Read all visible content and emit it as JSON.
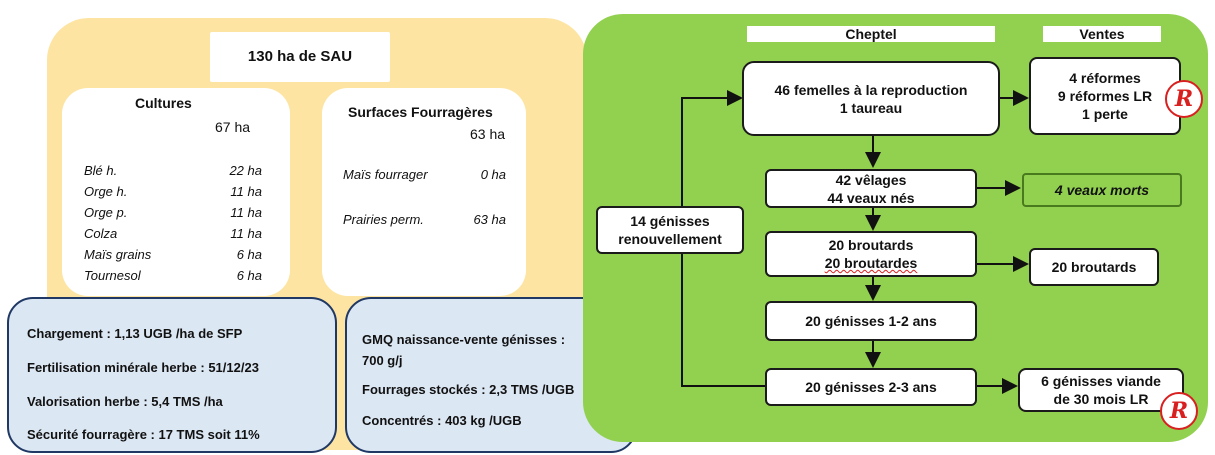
{
  "sau": {
    "title": "130 ha de SAU",
    "cultures": {
      "title": "Cultures",
      "total": "67 ha",
      "items": [
        {
          "name": "Blé h.",
          "value": "22 ha"
        },
        {
          "name": "Orge h.",
          "value": "11 ha"
        },
        {
          "name": "Orge p.",
          "value": "11 ha"
        },
        {
          "name": "Colza",
          "value": "11 ha"
        },
        {
          "name": "Maïs grains",
          "value": "6 ha"
        },
        {
          "name": "Tournesol",
          "value": "6 ha"
        }
      ]
    },
    "fourrageres": {
      "title": "Surfaces Fourragères",
      "total": "63 ha",
      "items": [
        {
          "name": "Maïs fourrager",
          "value": "0 ha"
        },
        {
          "name": "Prairies perm.",
          "value": "63 ha"
        }
      ]
    }
  },
  "stats_left": [
    "Chargement : 1,13 UGB /ha de SFP",
    "Fertilisation minérale herbe : 51/12/23",
    "Valorisation herbe : 5,4 TMS /ha",
    "Sécurité fourragère : 17 TMS soit 11%"
  ],
  "stats_right": [
    "GMQ  naissance-vente génisses  :",
    "700 g/j",
    "Fourrages stockés : 2,3 TMS /UGB",
    "Concentrés :   403 kg /UGB"
  ],
  "headers": {
    "cheptel": "Cheptel",
    "ventes": "Ventes"
  },
  "cheptel": {
    "femelles": [
      "46 femelles à la reproduction",
      "1 taureau"
    ],
    "velages": [
      "42 vêlages",
      "44 veaux nés"
    ],
    "broutards": [
      "20 broutards",
      "20 broutardes"
    ],
    "genisses12": "20 génisses 1-2 ans",
    "genisses23": "20 génisses 2-3 ans",
    "renouvellement": [
      "14 génisses",
      "renouvellement"
    ]
  },
  "ventes": {
    "reformes": [
      "4 réformes",
      "9 réformes LR",
      "1 perte"
    ],
    "veaux_morts": "4 veaux morts",
    "broutards": "20 broutards",
    "genisses_viande": [
      "6 génisses  viande",
      "de 30 mois LR"
    ]
  },
  "label_rouge": {
    "letter": "R"
  },
  "colors": {
    "sau_panel": "#fde4a2",
    "green_panel": "#92d050",
    "stats_bg": "#dce7f4",
    "stats_border": "#1f3864",
    "label_rouge": "#d92020"
  }
}
